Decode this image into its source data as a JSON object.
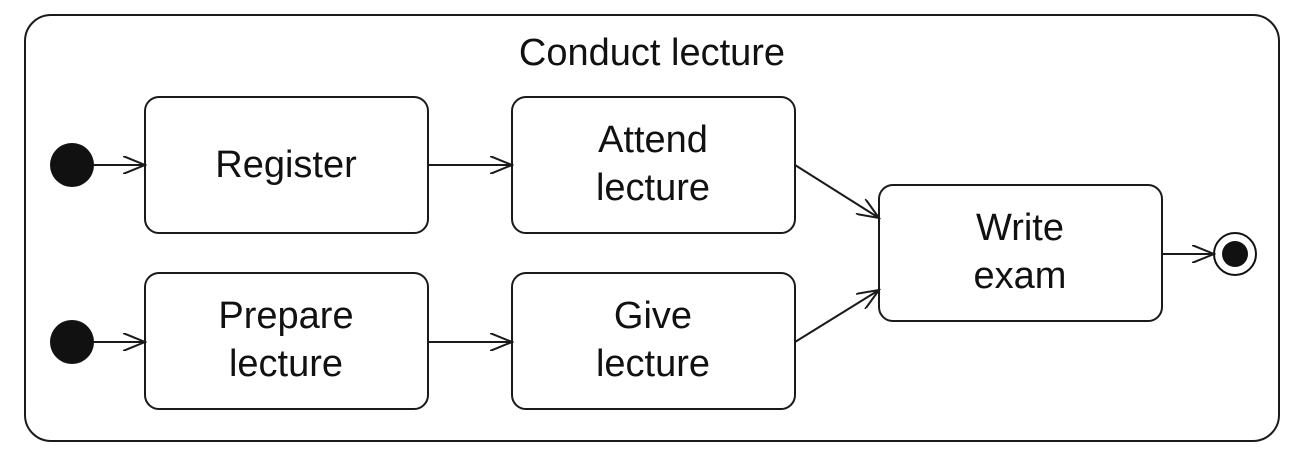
{
  "diagram": {
    "title": "Conduct lecture",
    "nodes": {
      "register": {
        "lines": [
          "Register"
        ]
      },
      "attend": {
        "lines": [
          "Attend",
          "lecture"
        ]
      },
      "prepare": {
        "lines": [
          "Prepare",
          "lecture"
        ]
      },
      "give": {
        "lines": [
          "Give",
          "lecture"
        ]
      },
      "write": {
        "lines": [
          "Write",
          "exam"
        ]
      }
    },
    "edges": [
      {
        "from": "initial-1",
        "to": "register"
      },
      {
        "from": "register",
        "to": "attend"
      },
      {
        "from": "initial-2",
        "to": "prepare"
      },
      {
        "from": "prepare",
        "to": "give"
      },
      {
        "from": "attend",
        "to": "write"
      },
      {
        "from": "give",
        "to": "write"
      },
      {
        "from": "write",
        "to": "final"
      }
    ],
    "colors": {
      "stroke": "#1a1a1a",
      "fill": "#ffffff",
      "text": "#111111"
    }
  }
}
